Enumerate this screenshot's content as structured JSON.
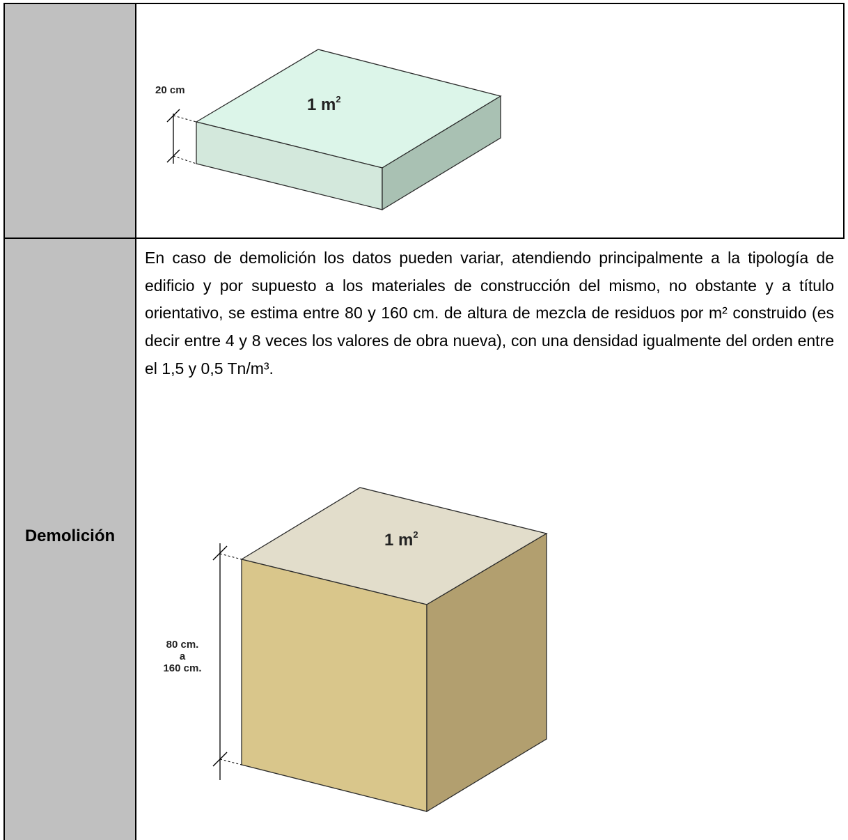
{
  "rows": [
    {
      "label": "",
      "figure": {
        "height_label": "20 cm",
        "area_label_base": "1 m",
        "area_label_sup": "2"
      }
    },
    {
      "label": "Demolición",
      "paragraph": "En caso de demolición los datos pueden variar, atendiendo principalmente a la tipología de edificio y por supuesto a los materiales de construcción del mismo, no obstante y a título orientativo, se estima entre 80 y 160 cm. de altura de mezcla de residuos por m² construido (es decir entre 4 y 8 veces los valores de obra nueva), con una densidad igualmente del orden entre el 1,5 y 0,5 Tn/m³.",
      "figure": {
        "height_label_line1": "80 cm.",
        "height_label_line2": "a",
        "height_label_line3": "160 cm.",
        "area_label_base": "1 m",
        "area_label_sup": "2"
      }
    }
  ],
  "colors": {
    "label_column": "#c0c0c0",
    "slab_top": "#dcf5e9",
    "slab_front": "#d3e8dc",
    "slab_side": "#a9c1b3",
    "cube_top": "#e2ddcb",
    "cube_front": "#d9c68b",
    "cube_side": "#b29f6f"
  }
}
